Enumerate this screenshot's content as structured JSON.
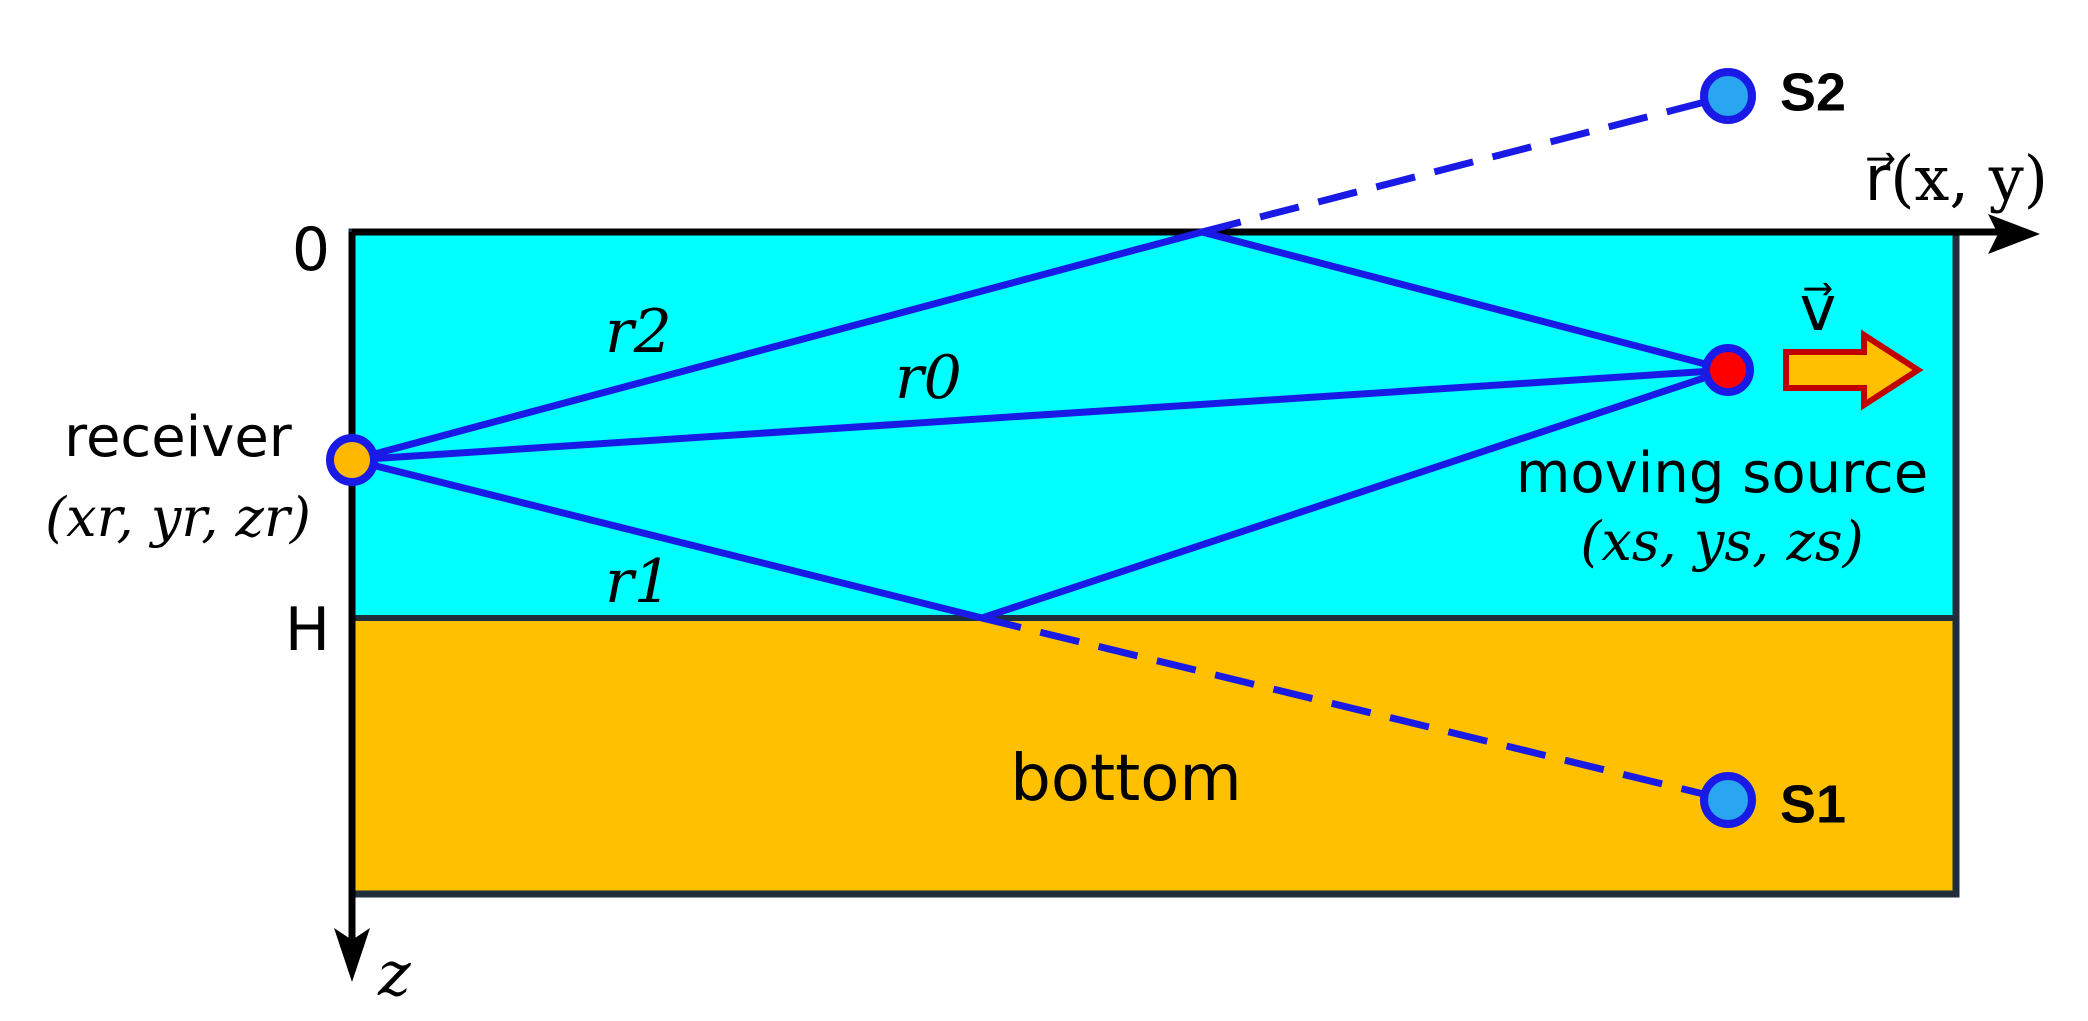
{
  "colors": {
    "water": "#00FFFF",
    "bottom": "#FFC000",
    "ray": "#1A1AE6",
    "frame": "#1F2D3D",
    "axis": "#000000",
    "receiver_fill": "#FFB800",
    "source_fill": "#FF0000",
    "image_source_fill": "#2AA6F0",
    "marker_ring": "#1A1AE6",
    "velocity_arrow_fill": "#FFC000",
    "velocity_arrow_stroke": "#C00000"
  },
  "icons": {
    "velocity": "right-arrow-icon"
  },
  "axes": {
    "surface_tick": "0",
    "bottom_tick": "H",
    "horizontal_label": "r⃗(x, y)",
    "vertical_label": "z"
  },
  "labels": {
    "receiver": "receiver",
    "receiver_coords": "(xr, yr, zr)",
    "moving_source": "moving source",
    "source_coords": "(xs, ys, zs)",
    "velocity": "v⃗",
    "bottom": "bottom",
    "image_source_1": "S1",
    "image_source_2": "S2"
  },
  "rays": {
    "direct": "r0",
    "bottom_reflected": "r1",
    "surface_reflected": "r2"
  }
}
